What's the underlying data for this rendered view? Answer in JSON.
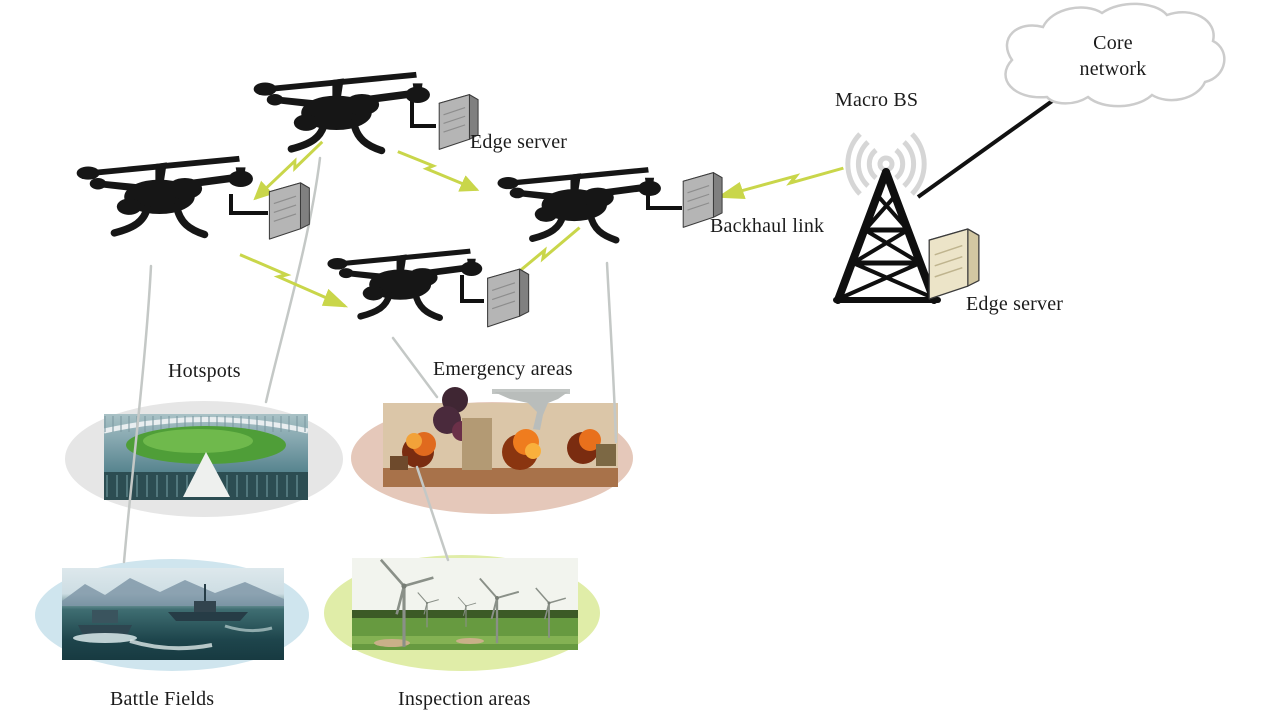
{
  "labels": {
    "edge_server": "Edge server",
    "macro_bs": "Macro BS",
    "core_network": "Core network",
    "backhaul_link": "Backhaul link"
  },
  "areas": [
    {
      "id": "hotspots",
      "label": "Hotspots",
      "fill": "#e6e6e6",
      "scene": "stadium"
    },
    {
      "id": "emergency",
      "label": "Emergency areas",
      "fill": "#e5c8ba",
      "scene": "explosions"
    },
    {
      "id": "battle",
      "label": "Battle Fields",
      "fill": "#cfe5ee",
      "scene": "warships"
    },
    {
      "id": "inspection",
      "label": "Inspection areas",
      "fill": "#e0eda8",
      "scene": "wind-turbines"
    }
  ],
  "colors": {
    "lightning_link": "#c9d64a",
    "drone": "#161616",
    "tower": "#0f0f0f",
    "radio_waves": "#d6d6d6",
    "cloud_stroke": "#cccccc",
    "grey_server_front": "#b5b5b5",
    "beige_server_front": "#ece4c8",
    "coverage_line": "#c4c8c6"
  }
}
